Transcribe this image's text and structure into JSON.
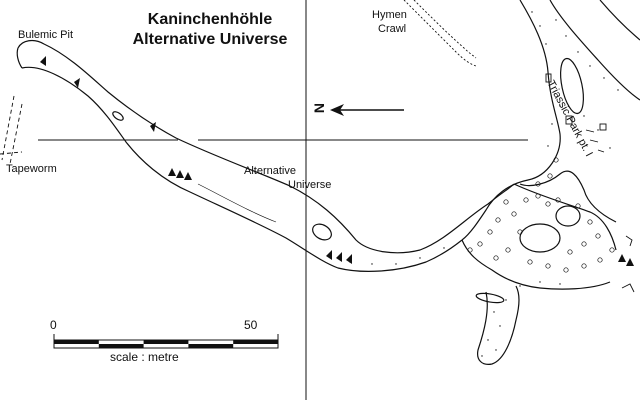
{
  "title": {
    "line1": "Kaninchenhöhle",
    "line2": "Alternative Universe"
  },
  "labels": {
    "bulemic_pit": "Bulemic Pit",
    "tapeworm": "Tapeworm",
    "alternative_universe_line1": "Alternative",
    "alternative_universe_line2": "Universe",
    "hymen_crawl_line1": "Hymen",
    "hymen_crawl_line2": "Crawl",
    "triassic_park": "Triassic Park pt. I"
  },
  "north_arrow": {
    "letter": "N"
  },
  "scale_bar": {
    "min_label": "0",
    "max_label": "50",
    "caption": "scale : metre"
  },
  "colors": {
    "ink": "#111111",
    "paper": "#ffffff"
  }
}
